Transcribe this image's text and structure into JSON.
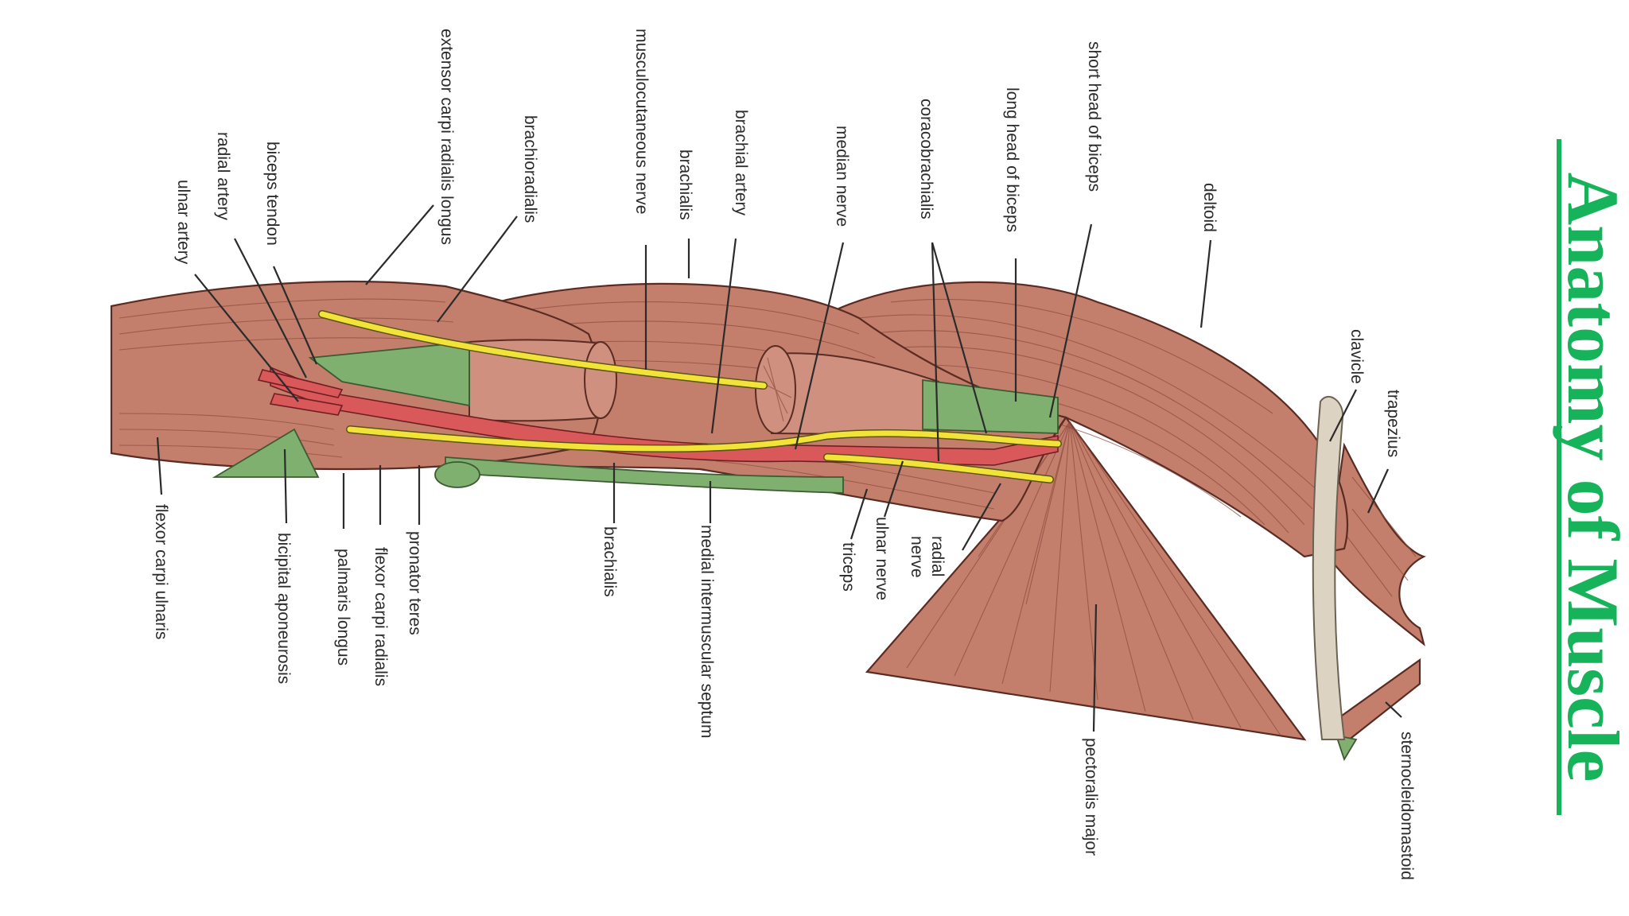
{
  "title": "Anatomy of Muscle",
  "colors": {
    "title": "#17b35a",
    "muscle": "#c47e6c",
    "tendon": "#7fb070",
    "artery": "#d9585a",
    "nerve": "#f2e33a",
    "bone": "#ddd3c2",
    "label": "#2b2b2b"
  },
  "labels": {
    "extensor_carpi_radialis_longus": "extensor carpi radialis longus",
    "brachioradialis": "brachioradialis",
    "musculocutaneous_nerve": "musculocutaneous nerve",
    "brachialis_top": "brachialis",
    "brachial_artery": "brachial artery",
    "median_nerve": "median nerve",
    "coracobrachialis": "coracobrachialis",
    "long_head_of_biceps": "long head of biceps",
    "short_head_of_biceps": "short head of biceps",
    "deltoid": "deltoid",
    "biceps_tendon": "biceps tendon",
    "radial_artery": "radial artery",
    "ulnar_artery": "ulnar artery",
    "clavicle": "clavicle",
    "trapezius": "trapezius",
    "sternocleidomastoid": "sternocleidomastoid",
    "flexor_carpi_ulnaris": "flexor carpi ulnaris",
    "bicipital_aponeurosis": "bicipital aponeurosis",
    "palmaris_longus": "palmaris longus",
    "flexor_carpi_radialis": "flexor carpi radialis",
    "pronator_teres": "pronator teres",
    "brachialis_bottom": "brachialis",
    "medial_intermuscular_septum": "medial intermuscular septum",
    "triceps": "triceps",
    "ulnar_nerve": "ulnar nerve",
    "radial_nerve_line1": "radial",
    "radial_nerve_line2": "nerve",
    "pectoralis_major": "pectoralis major"
  }
}
